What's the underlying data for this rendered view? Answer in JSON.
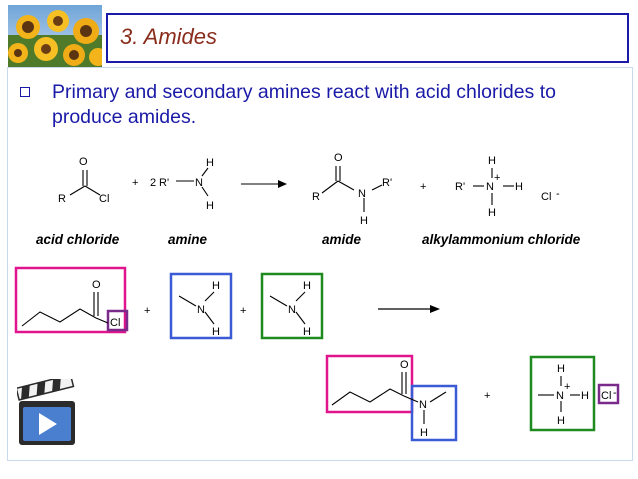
{
  "title": "3.  Amides",
  "bullet": "Primary and secondary amines react with acid chlorides to produce amides.",
  "labels": {
    "acid_chloride": "acid chloride",
    "amine": "amine",
    "amide": "amide",
    "ammonium": "alkylammonium chloride"
  },
  "atoms": {
    "O": "O",
    "R": "R",
    "Cl": "Cl",
    "plus": "+",
    "coef": "2",
    "Rp": "R'",
    "N": "N",
    "H": "H",
    "Nplus": "N",
    "charge_plus": "+",
    "Cl_minus": "Cl",
    "minus": "-"
  },
  "colors": {
    "title_border": "#1a1aa8",
    "title_text": "#8a2d1c",
    "bullet_text": "#1a1aa8",
    "magenta_box": "#e0148c",
    "blue_box": "#3b5bd6",
    "green_box": "#1f8a1f",
    "purple_box": "#7a2a8a"
  },
  "icons": [
    "sunflower-image",
    "movie-clapper-icon"
  ]
}
